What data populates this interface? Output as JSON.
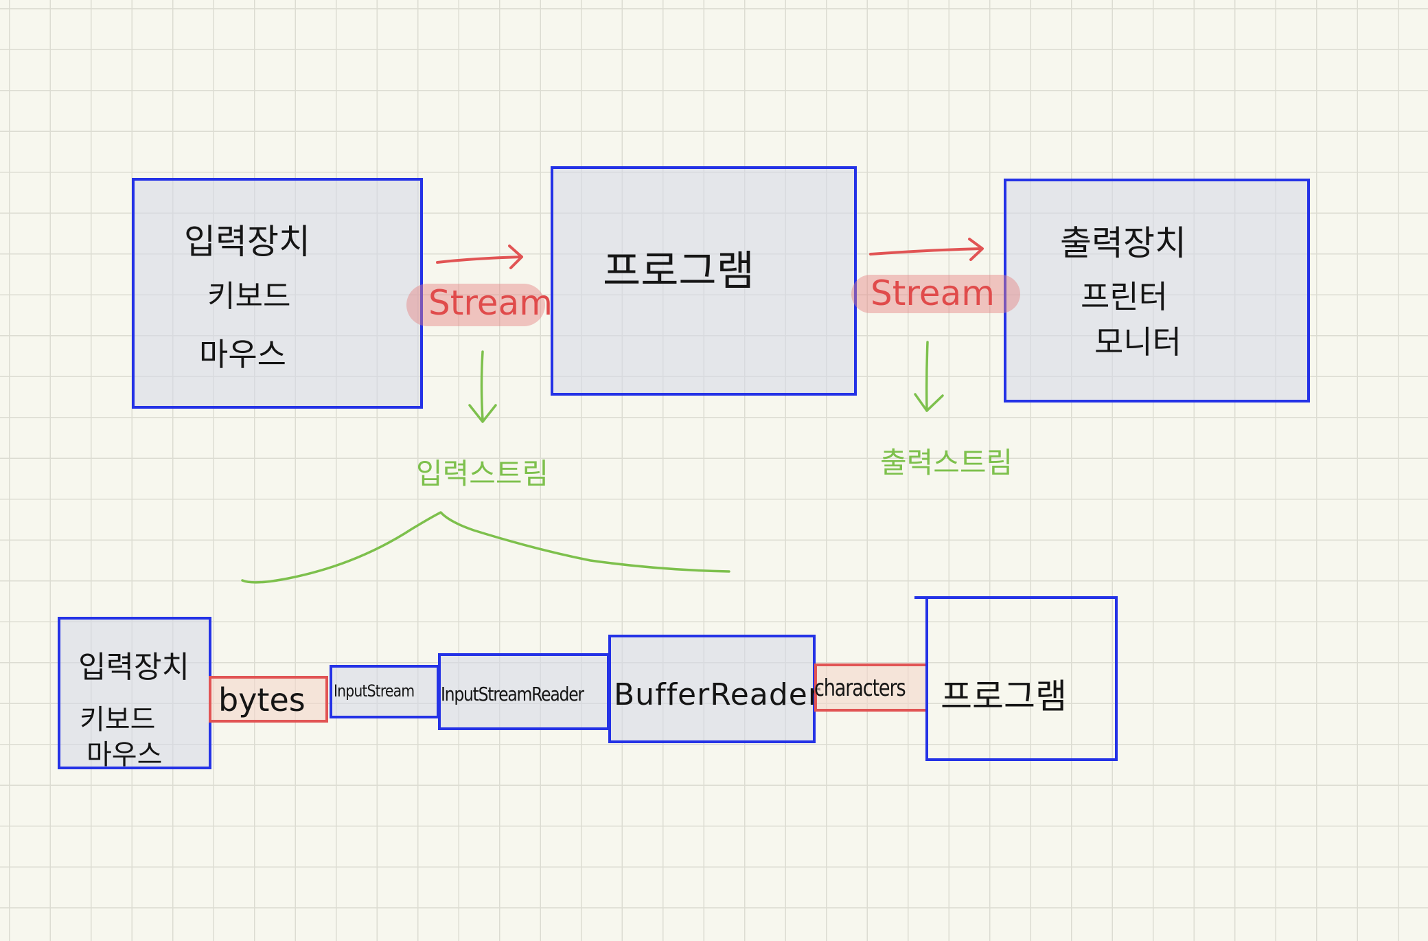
{
  "top_row": {
    "input_device": {
      "lines": [
        "입력장치",
        "키보드",
        "마우스"
      ]
    },
    "program": {
      "label": "프로그램"
    },
    "output_device": {
      "lines": [
        "출력장치",
        "프린터",
        "모니터"
      ]
    },
    "left_stream": "Stream",
    "right_stream": "Stream",
    "input_stream_label": "입력스트림",
    "output_stream_label": "출력스트림"
  },
  "bottom_row": {
    "input_device": {
      "lines": [
        "입력장치",
        "키보드",
        "마우스"
      ]
    },
    "bytes": "bytes",
    "inputstream": "InputStream",
    "inputstreamreader": "InputStreamReader",
    "bufferreader": "BufferReader",
    "characters": "characters",
    "program": "프로그램"
  },
  "colors": {
    "box_border": "#2432e6",
    "box_fill": "#d6d8e8",
    "red_box_border": "#e15454",
    "red_box_fill": "#f4d7cb",
    "arrow_red": "#e15454",
    "arrow_green": "#7dc04c",
    "grid": "#dcdcd2",
    "paper": "#f7f7ee"
  }
}
